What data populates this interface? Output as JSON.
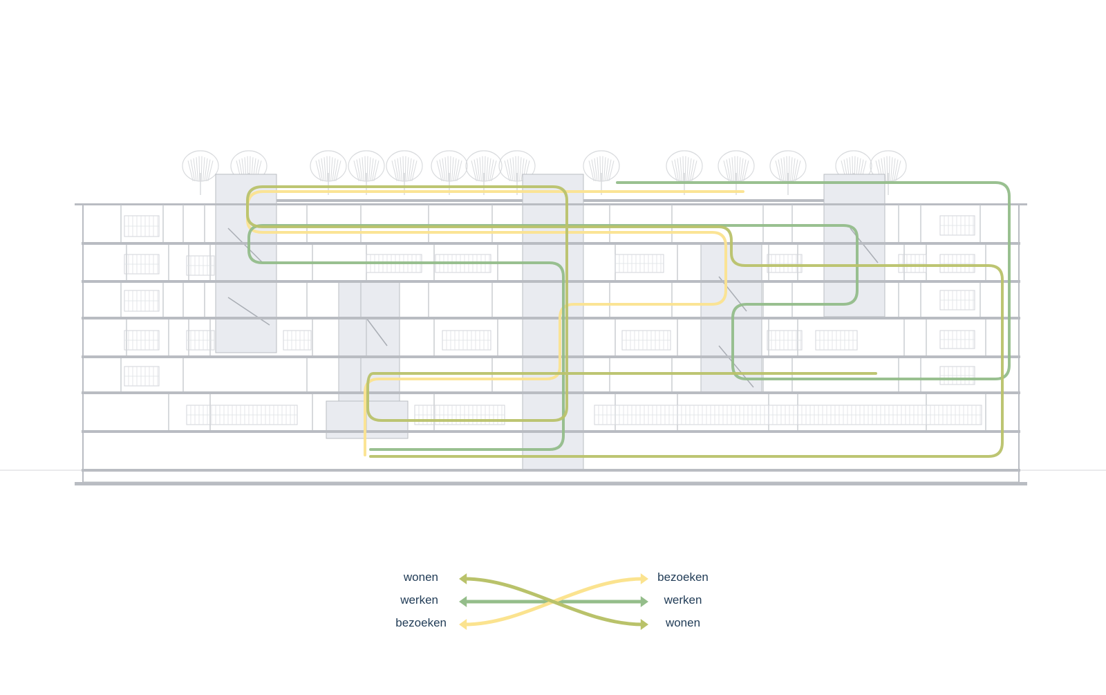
{
  "colors": {
    "wonen": "#b9c26a",
    "werken": "#94bd8a",
    "bezoeken": "#fbe38f",
    "building_line": "#b9bcc2",
    "core_fill": "#e9ebf0",
    "trees": "#d8dadd"
  },
  "legend": {
    "left": [
      {
        "label": "wonen",
        "color_key": "wonen"
      },
      {
        "label": "werken",
        "color_key": "werken"
      },
      {
        "label": "bezoeken",
        "color_key": "bezoeken"
      }
    ],
    "right": [
      {
        "label": "bezoeken",
        "color_key": "bezoeken"
      },
      {
        "label": "werken",
        "color_key": "werken"
      },
      {
        "label": "wonen",
        "color_key": "wonen"
      }
    ]
  }
}
